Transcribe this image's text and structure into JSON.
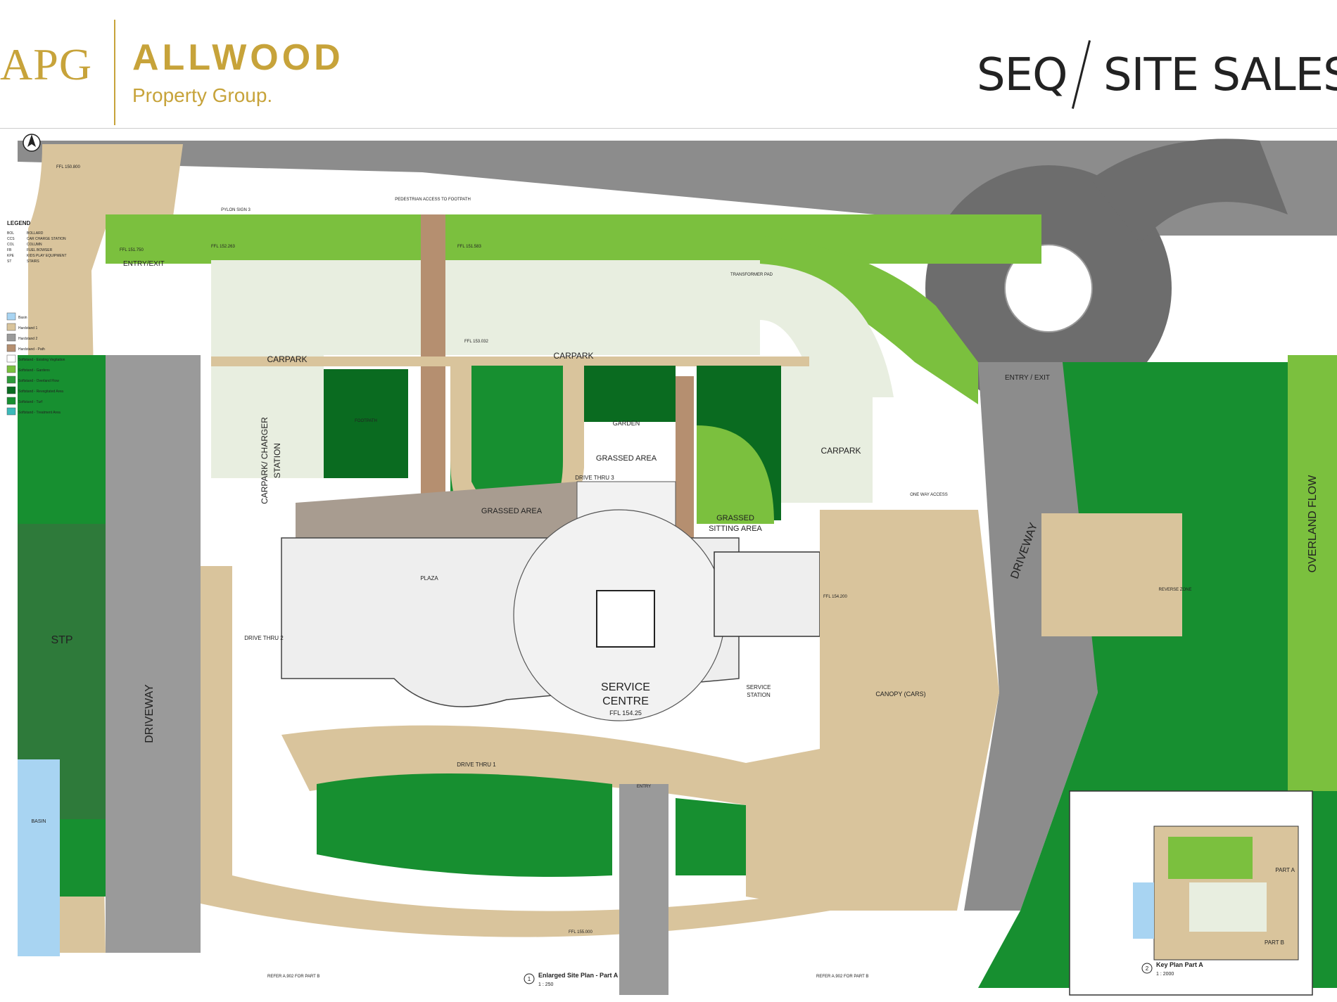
{
  "header": {
    "logo_text": "APG",
    "brand_name": "ALLWOOD",
    "brand_sub": "Property Group.",
    "seq": "SEQ",
    "site_sales": "SITE SALES"
  },
  "legend": {
    "title": "LEGEND",
    "abbr": [
      {
        "code": "BOL",
        "desc": "BOLLARD"
      },
      {
        "code": "CCS",
        "desc": "CAR CHARGE STATION"
      },
      {
        "code": "COL",
        "desc": "COLUMN"
      },
      {
        "code": "FB",
        "desc": "FUEL BOWSER"
      },
      {
        "code": "KPE",
        "desc": "KIDS PLAY EQUIPMENT"
      },
      {
        "code": "ST",
        "desc": "STAIRS"
      }
    ],
    "swatches": [
      {
        "label": "Basin",
        "color": "#a8d4f2"
      },
      {
        "label": "Hardstand 1",
        "color": "#d9c49c"
      },
      {
        "label": "Hardstand 2",
        "color": "#9a9a9a"
      },
      {
        "label": "Hardstand - Path",
        "color": "#b58f70"
      },
      {
        "label": "Softstand - Existing Vegitation",
        "color": "#ffffff"
      },
      {
        "label": "Softstand - Gardens",
        "color": "#7bc03e"
      },
      {
        "label": "Softstand - Overland Flow",
        "color": "#2e9a3a"
      },
      {
        "label": "Softstand - Revegitated Area",
        "color": "#0a6b20"
      },
      {
        "label": "Softstand - Turf",
        "color": "#178f30"
      },
      {
        "label": "Softstand - Treatment Area",
        "color": "#3bb9b9"
      }
    ]
  },
  "labels": {
    "entry_exit": "ENTRY/EXIT",
    "entry_exit_round": "ENTRY / EXIT",
    "carpark": "CARPARK",
    "carpark_charger": "CARPARK/ CHARGER",
    "station": "STATION",
    "grassed_area": "GRASSED AREA",
    "grassed_sitting_1": "GRASSED",
    "grassed_sitting_2": "SITTING AREA",
    "garden": "GARDEN",
    "footpath": "FOOTPATH",
    "plaza": "PLAZA",
    "service_centre_1": "SERVICE",
    "service_centre_2": "CENTRE",
    "ffl": "FFL 154.25",
    "service_station_1": "SERVICE",
    "service_station_2": "STATION",
    "canopy": "CANOPY (CARS)",
    "driveway": "DRIVEWAY",
    "stp": "STP",
    "basin": "BASIN",
    "overland_flow": "OVERLAND FLOW",
    "drive_thru_1": "DRIVE THRU 1",
    "drive_thru_2": "DRIVE THRU 2",
    "drive_thru_3": "DRIVE THRU 3",
    "transformer_pad": "TRANSFORMER PAD",
    "pylon_sign": "PYLON SIGN 3",
    "pedestrian_access": "PEDESTRIAN ACCESS TO FOOTPATH",
    "entry": "ENTRY",
    "reverse_zone": "REVERSE ZONE",
    "one_way": "ONE WAY ACCESS",
    "enlarged_plan": "Enlarged Site Plan - Part A",
    "enlarged_scale": "1 : 250",
    "enlarged_num": "1",
    "key_plan": "Key Plan Part A",
    "key_scale": "1 : 2000",
    "key_num": "2",
    "part_a": "PART A",
    "part_b": "PART B",
    "refer_a": "REFER A.902 FOR PART B",
    "refer_b": "REFER A.902 FOR PART B",
    "ffl_a": "FFL 152.263",
    "ffl_b": "FFL 151.583",
    "ffl_c": "FFL 153.032",
    "ffl_d": "FFL 154.200",
    "ffl_e": "FFL 155.000",
    "ffl_f": "FFL 151.750",
    "ffl_g": "FFL 150.800"
  }
}
